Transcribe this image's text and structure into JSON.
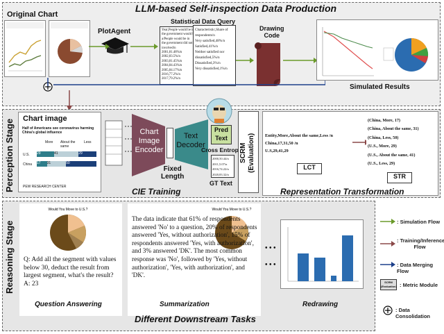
{
  "top": {
    "title": "LLM-based Self-inspection Data Production",
    "original_chart_label": "Original Chart",
    "plotagent_label": "PlotAgent",
    "stat_query_label": "Statistical Data Query",
    "drawing_code_label": "Drawing\nCode",
    "simulated_label": "Simulated Results",
    "table_left_lines": [
      "Year,People would be in",
      "the government would be",
      "a/People would be in",
      "the government did not",
      "involved/n",
      "2001,81.48%/n",
      "2002,83.5%/n",
      "2003,81.45%/n",
      "2004,84.43%/n",
      "2005,84.17%/n",
      "2016,77.2%/n",
      "2017,79.2%/n"
    ],
    "table_right_lines": [
      "Characteristic,Share of",
      "respondents/n",
      "Very satisfied,48%/n",
      "Satisfied,41%/n",
      "Neither satisfied nor",
      "dissatisfied,5%/n",
      "Dissatisfied,3%/n",
      "Very dissatisfied,1%/n"
    ]
  },
  "perception": {
    "stage_label": "Perception Stage",
    "chart_image_title": "Chart image",
    "chart_headline": "Half of Americans see coronavirus harming China's global influence",
    "cols": [
      "More",
      "About the same",
      "Less"
    ],
    "rows": [
      {
        "name": "U.S.",
        "values": [
          "29",
          "41",
          "29"
        ]
      },
      {
        "name": "China",
        "values": [
          "17",
          "31",
          "50"
        ]
      }
    ],
    "footer": "PEW RESEARCH CENTER",
    "cie_label": "Chart\nImage\nEncoder",
    "decoder_label": "Text\nDecoder",
    "fixed_length_label": "Fixed\nLength",
    "pred_text_label": "Pred\nText",
    "cross_entropy_label": "Cross Entropy",
    "gt_text_label": "GT Text",
    "gt_lines": [
      "2000,50.44/n",
      "2011,5.07/n",
      "2016,74.22/n",
      "2020,83.32/n"
    ],
    "cie_training_label": "CIE Training",
    "scrm_label": "SCRM\n(Evaluation)",
    "lct_text": [
      "Entity,More,About the same,Less /n",
      "China,17,31,50 /n",
      "U.S,29,41,29"
    ],
    "lct_label": "LCT",
    "str_text": [
      "(China, More, 17)",
      "(China, About the same, 31)",
      "(China, Less, 50)",
      "(U.S., More, 29)",
      "(U.S., About the same, 41)",
      "(U.S., Less, 29)"
    ],
    "str_label": "STR",
    "rep_label": "Representation Transformation"
  },
  "reasoning": {
    "stage_label": "Reasoning Stage",
    "pie_title": "Would You Move to U.S.?",
    "qa_text": "Q: Add all the segment with values below 30, deduct the result from largest segment, what's the result?\nA: 23",
    "qa_label": "Question Answering",
    "summary_text": "The data indicate that 61% of respondents answered 'No' to a question, 20% of respondents answered 'Yes, without authorization', 15% of respondents answered 'Yes, with authorization', and 3% answered 'DK'. The most common response was 'No', followed by 'Yes, without authorization', 'Yes, with authorization', and 'DK'.",
    "sum_label": "Summarization",
    "redraw_label": "Redrawing",
    "ellipsis": "• • •",
    "downstream_label": "Different Downstream Tasks"
  },
  "legend": {
    "simulation": ": Simulation Flow",
    "training": ": Training/Inference\nFlow",
    "merging": ": Data Merging Flow",
    "metric": ": Metric Module",
    "metric_box": "SCRM\n(Evaluation)",
    "consolidation": ": Data Consolidation"
  },
  "colors": {
    "green": "#6a9a2a",
    "red": "#8a4848",
    "blue": "#1c3f8a",
    "encoder": "#7d4a5a",
    "decoder": "#3a8a8a",
    "pred": "#c8e0a0"
  }
}
